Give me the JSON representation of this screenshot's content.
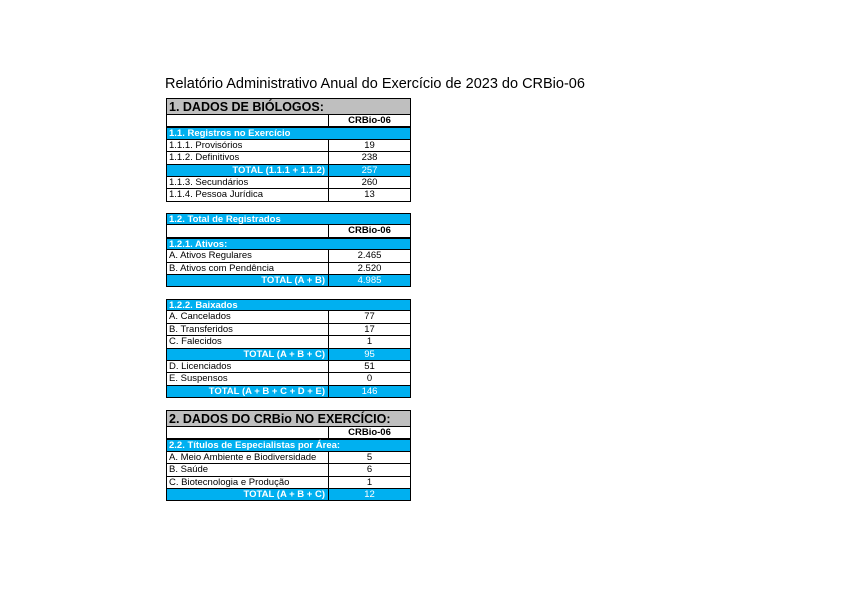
{
  "document": {
    "title": "Relatório Administrativo Anual do Exercício de 2023 do CRBio-06"
  },
  "section1": {
    "heading": "1. DADOS DE BIÓLOGOS:",
    "column": "CRBio-06",
    "registros": {
      "label": "1.1. Registros no Exercício",
      "rows": [
        {
          "label": "1.1.1. Provisórios",
          "value": "19"
        },
        {
          "label": "1.1.2. Definitivos",
          "value": "238"
        }
      ],
      "total": {
        "label": "TOTAL (1.1.1 + 1.1.2)",
        "value": "257"
      },
      "rows2": [
        {
          "label": "1.1.3. Secundários",
          "value": "260"
        },
        {
          "label": "1.1.4. Pessoa Jurídica",
          "value": "13"
        }
      ]
    },
    "total_registrados": {
      "label": "1.2. Total de Registrados",
      "column": "CRBio-06",
      "ativos_label": "1.2.1. Ativos:",
      "rows": [
        {
          "label": "A. Ativos Regulares",
          "value": "2.465"
        },
        {
          "label": "B. Ativos com Pendência",
          "value": "2.520"
        }
      ],
      "total": {
        "label": "TOTAL (A + B)",
        "value": "4.985"
      }
    },
    "baixados": {
      "label": "1.2.2. Baixados",
      "rows": [
        {
          "label": "A. Cancelados",
          "value": "77"
        },
        {
          "label": "B. Transferidos",
          "value": "17"
        },
        {
          "label": "C. Falecidos",
          "value": "1"
        }
      ],
      "total": {
        "label": "TOTAL (A + B + C)",
        "value": "95"
      },
      "rows2": [
        {
          "label": "D. Licenciados",
          "value": "51"
        },
        {
          "label": "E. Suspensos",
          "value": "0"
        }
      ],
      "total2": {
        "label": "TOTAL (A + B + C + D + E)",
        "value": "146"
      }
    }
  },
  "section2": {
    "heading": "2. DADOS DO CRBio NO EXERCÍCIO:",
    "column": "CRBio-06",
    "especialistas": {
      "label": "2.2. Títulos de Especialistas por Área:",
      "rows": [
        {
          "label": "A. Meio Ambiente e Biodiversidade",
          "value": "5"
        },
        {
          "label": "B. Saúde",
          "value": "6"
        },
        {
          "label": "C. Biotecnologia e Produção",
          "value": "1"
        }
      ],
      "total": {
        "label": "TOTAL (A + B + C)",
        "value": "12"
      }
    }
  },
  "colors": {
    "accent": "#00b0f0",
    "header_gray": "#bfbfbf"
  }
}
